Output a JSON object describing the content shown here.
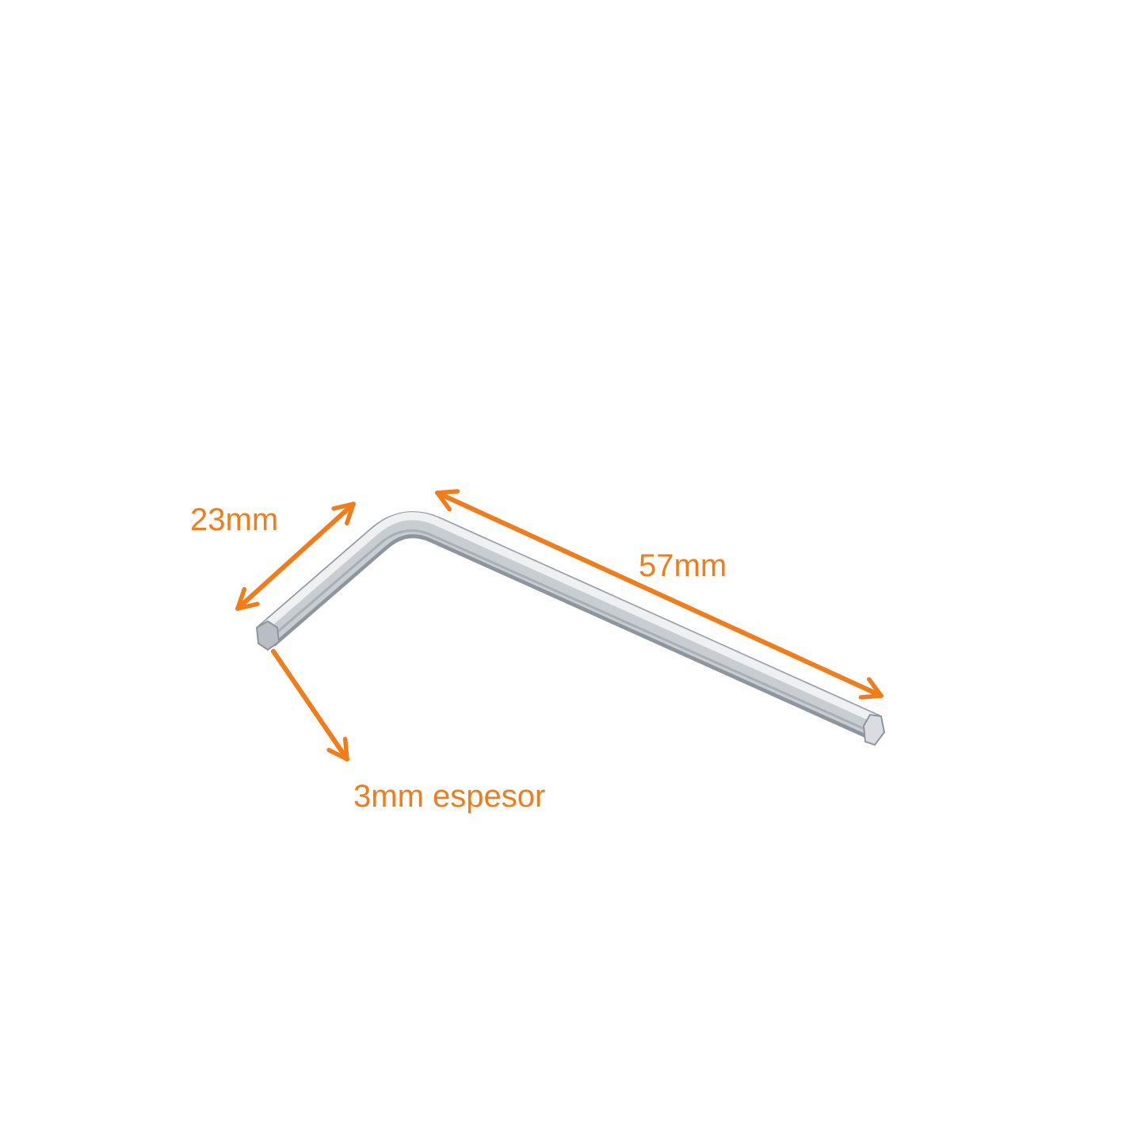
{
  "colors": {
    "background": "#ffffff",
    "annotation": "#f07d19",
    "metal_light": "#e9ecef",
    "metal_mid": "#c5cacf",
    "metal_dark": "#8e959c"
  },
  "labels": {
    "short_arm": "23mm",
    "long_arm": "57mm",
    "thickness": "3mm espesor"
  },
  "product": {
    "name_icon": "allen-key-icon"
  }
}
